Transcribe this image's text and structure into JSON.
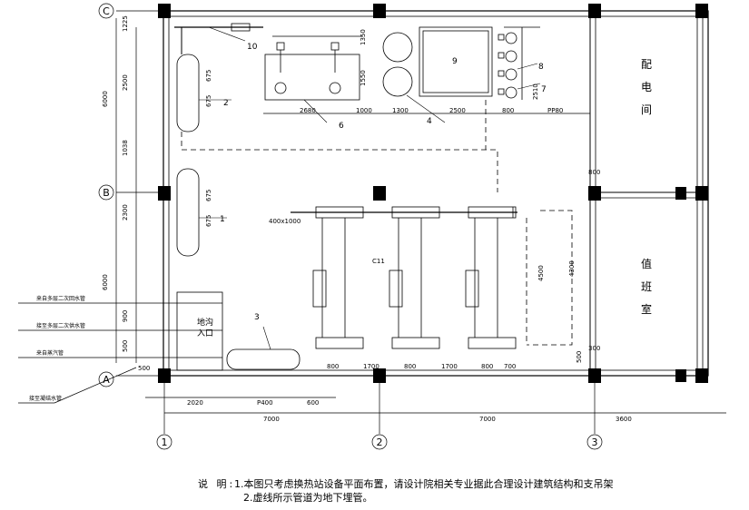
{
  "grid": {
    "rows": [
      "C",
      "B",
      "A"
    ],
    "cols": [
      "1",
      "2",
      "3"
    ]
  },
  "rooms": {
    "power": [
      "配",
      "电",
      "间"
    ],
    "duty": [
      "值",
      "班",
      "室"
    ],
    "entry": [
      "地沟",
      "入口"
    ]
  },
  "callouts": [
    "1",
    "2",
    "3",
    "4",
    "6",
    "7",
    "8",
    "9",
    "10"
  ],
  "pipes": [
    "来自多层二次回水管",
    "接至多层二次供水管",
    "来自蒸汽管",
    "接至凝结水管"
  ],
  "dimensions": {
    "left_vertical": [
      "1225",
      "2500",
      "6000",
      "1038",
      "2300",
      "6000",
      "900",
      "500"
    ],
    "top": [
      "2680",
      "1000",
      "1300",
      "2500",
      "800",
      "PP80"
    ],
    "plan_vert": [
      "1350",
      "1550",
      "2510",
      "675",
      "675",
      "675",
      "675",
      "4500",
      "4300",
      "500"
    ],
    "bottom_row": [
      "800",
      "1700",
      "800",
      "1700",
      "800",
      "700"
    ],
    "bottom_left": [
      "2020",
      "P400",
      "600"
    ],
    "axis": [
      "7000",
      "7000",
      "3600"
    ],
    "duct": "400x1000",
    "misc": [
      "800",
      "300",
      "500",
      "C11"
    ]
  },
  "notes": {
    "label": "说  明:",
    "line1": "1.本图只考虑换热站设备平面布置，请设计院相关专业据此合理设计建筑结构和支吊架",
    "line2": "2.虚线所示管道为地下埋管。"
  }
}
